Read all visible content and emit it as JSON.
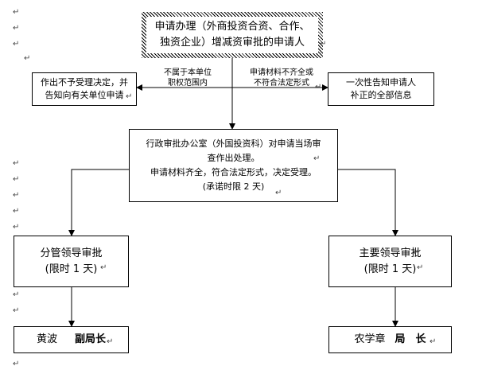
{
  "start_box": {
    "lines": [
      "申请办理（外商投资合资、合作、",
      "独资企业）增减资审批的申请人"
    ]
  },
  "reject_box": {
    "lines": [
      "作出不予受理决定，并",
      "告知向有关单位申请"
    ]
  },
  "reject_label": {
    "lines": [
      "不属于本单位",
      "职权范围内"
    ]
  },
  "incomplete_label": {
    "lines": [
      "申请材料不齐全或",
      "不符合法定形式"
    ]
  },
  "notify_box": {
    "lines": [
      "一次性告知申请人",
      "补正的全部信息"
    ]
  },
  "office_box": {
    "lines": [
      "行政审批办公室（外国投资科）对申请当场审",
      "查作出处理。",
      "申请材料齐全，符合法定形式，决定受理。",
      "(承诺时限 2 天)"
    ]
  },
  "deputy_review_box": {
    "lines": [
      "分管领导审批",
      "(限时 1 天)"
    ]
  },
  "chief_review_box": {
    "lines": [
      "主要领导审批",
      "(限时 1 天)"
    ]
  },
  "deputy_official": {
    "name": "黄波",
    "title": "副局长"
  },
  "chief_official": {
    "name": "农学章",
    "title": "局　长"
  },
  "paragraph_mark": "↵"
}
